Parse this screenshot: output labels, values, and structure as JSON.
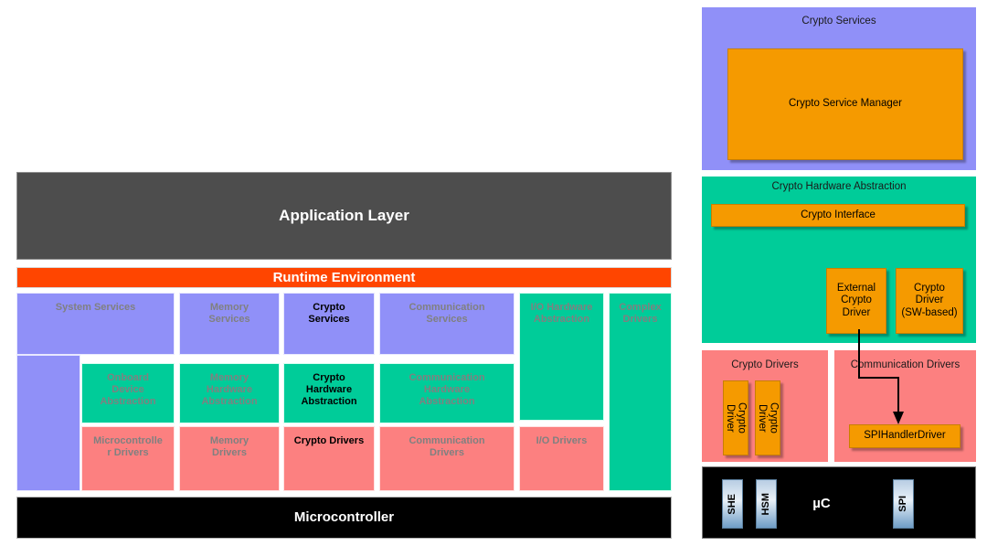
{
  "colors": {
    "services_purple": "#9090F8",
    "hardware_abstraction_green": "#00CC99",
    "drivers_salmon": "#FC8080",
    "application_layer_gray": "#4D4D4D",
    "runtime_environment_orange": "#FF4500",
    "microcontroller_black": "#000000",
    "highlight_orange": "#F59A00",
    "dim_label": "#808080",
    "strong_label": "#000000"
  },
  "left_diagram": {
    "application_layer": "Application Layer",
    "runtime_environment": "Runtime Environment",
    "microcontroller": "Microcontroller",
    "services_row": [
      {
        "label": "System Services",
        "highlight": false
      },
      {
        "label": "Memory\nServices",
        "highlight": false
      },
      {
        "label": "Crypto\nServices",
        "highlight": true
      },
      {
        "label": "Communication\nServices",
        "highlight": false
      }
    ],
    "right_columns": [
      {
        "label": "I/O Hardware\nAbstraction",
        "highlight": false
      },
      {
        "label": "Complex\nDrivers",
        "highlight": false
      }
    ],
    "abstraction_row": [
      {
        "label": "Onboard\nDevice\nAbstraction",
        "highlight": false
      },
      {
        "label": "Memory\nHardware\nAbstraction",
        "highlight": false
      },
      {
        "label": "Crypto\nHardware\nAbstraction",
        "highlight": true
      },
      {
        "label": "Communication\nHardware\nAbstraction",
        "highlight": false
      }
    ],
    "drivers_row": [
      {
        "label": "Microcontrolle\nr Drivers",
        "highlight": false
      },
      {
        "label": "Memory\nDrivers",
        "highlight": false
      },
      {
        "label": "Crypto Drivers",
        "highlight": true
      },
      {
        "label": "Communication\nDrivers",
        "highlight": false
      },
      {
        "label": "I/O Drivers",
        "highlight": false
      }
    ]
  },
  "right_diagram": {
    "crypto_services": {
      "title": "Crypto Services",
      "manager": "Crypto Service Manager"
    },
    "crypto_hardware_abstraction": {
      "title": "Crypto Hardware Abstraction",
      "interface": "Crypto Interface",
      "drivers": [
        "External\nCrypto\nDriver",
        "Crypto\nDriver\n(SW-based)"
      ]
    },
    "crypto_drivers": {
      "title": "Crypto Drivers",
      "items": [
        "Crypto\nDriver",
        "Crypto\nDriver"
      ]
    },
    "communication_drivers": {
      "title": "Communication Drivers",
      "items": [
        "SPIHandlerDriver"
      ]
    },
    "microcontroller": {
      "label": "µC",
      "peripherals": [
        "SHE",
        "HSM",
        "SPI"
      ]
    }
  }
}
